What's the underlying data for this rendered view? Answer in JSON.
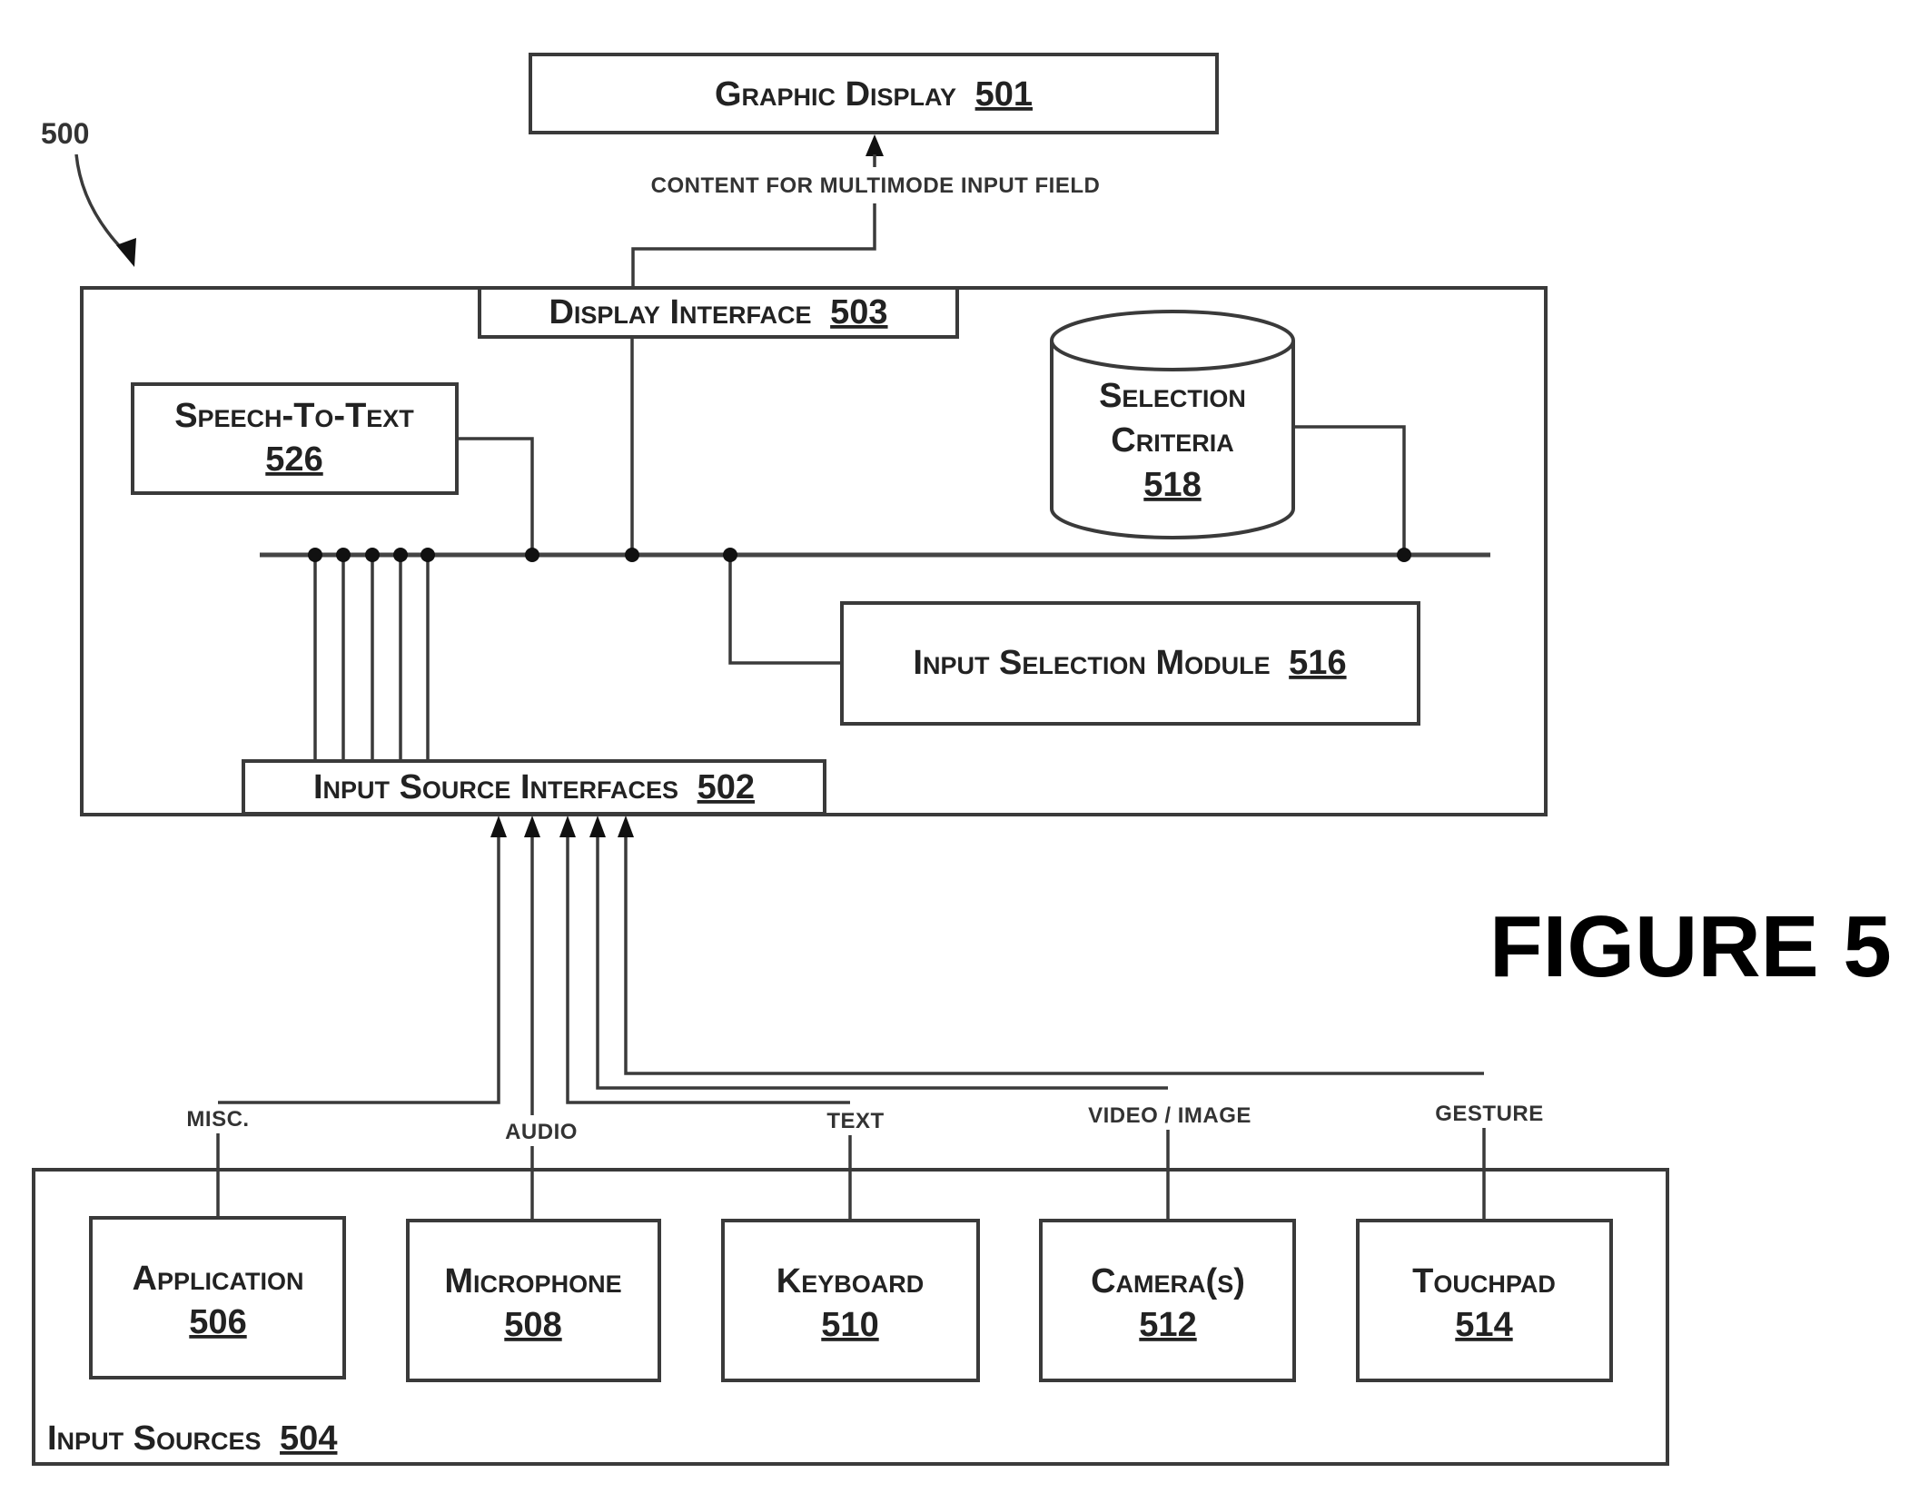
{
  "figure": {
    "title": "FIGURE 5",
    "ref_number": "500"
  },
  "graphic_display": {
    "label": "Graphic Display",
    "ref": "501"
  },
  "display_connection_label": "CONTENT FOR MULTIMODE INPUT FIELD",
  "display_interface": {
    "label": "Display Interface",
    "ref": "503"
  },
  "speech_to_text": {
    "label": "Speech-To-Text",
    "ref": "526"
  },
  "selection_criteria": {
    "label_line1": "Selection",
    "label_line2": "Criteria",
    "ref": "518"
  },
  "input_selection_module": {
    "label": "Input Selection Module",
    "ref": "516"
  },
  "input_source_interfaces": {
    "label": "Input Source Interfaces",
    "ref": "502"
  },
  "input_sources": {
    "label": "Input Sources",
    "ref": "504",
    "items": [
      {
        "label": "Application",
        "ref": "506",
        "channel": "MISC."
      },
      {
        "label": "Microphone",
        "ref": "508",
        "channel": "AUDIO"
      },
      {
        "label": "Keyboard",
        "ref": "510",
        "channel": "TEXT"
      },
      {
        "label": "Camera(s)",
        "ref": "512",
        "channel": "VIDEO / IMAGE"
      },
      {
        "label": "Touchpad",
        "ref": "514",
        "channel": "GESTURE"
      }
    ]
  }
}
